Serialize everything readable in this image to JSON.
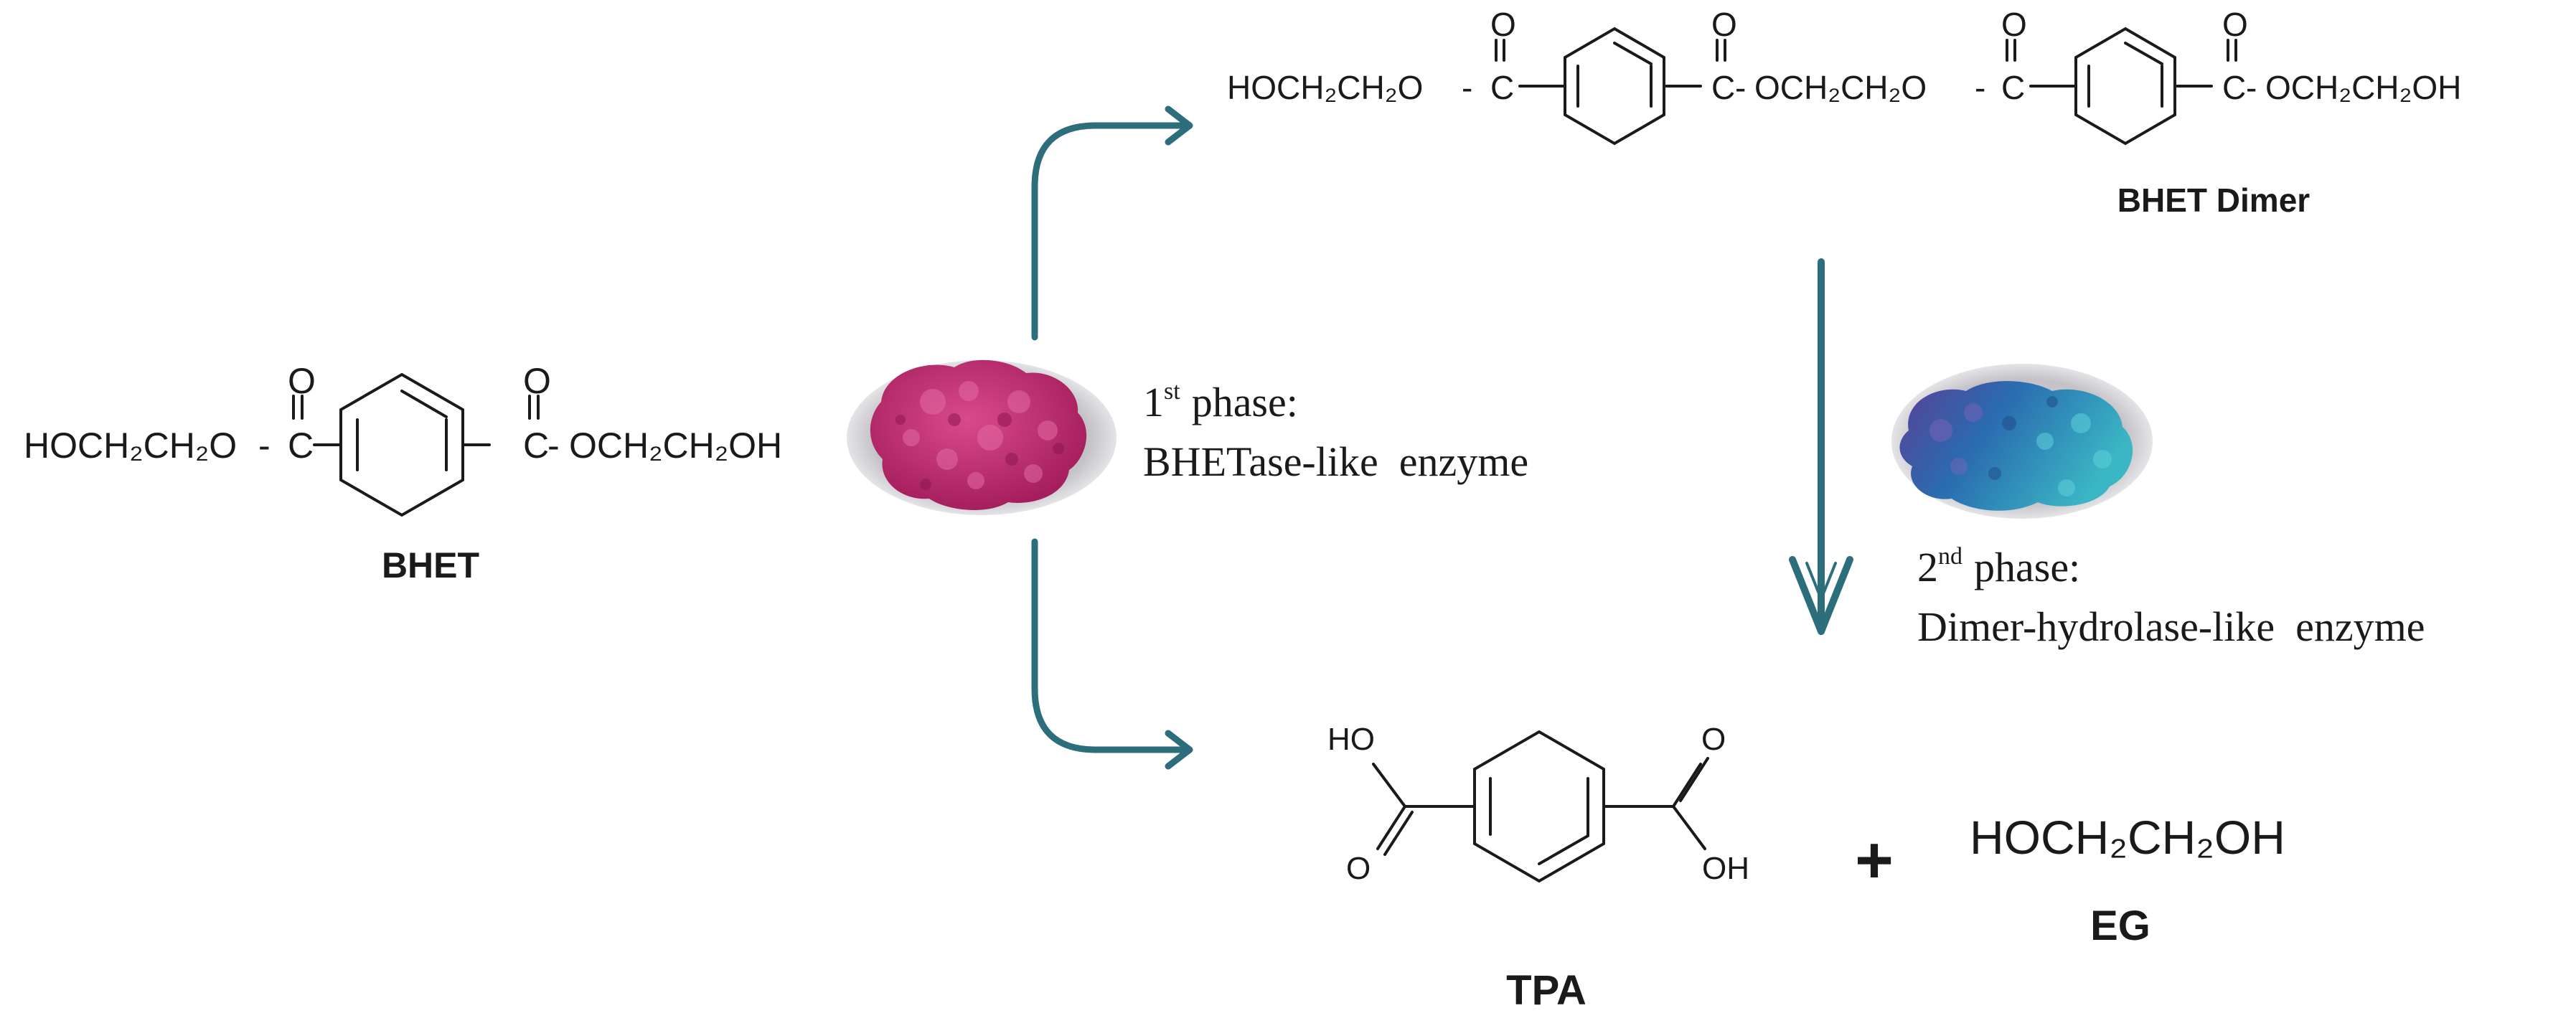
{
  "bhet": {
    "left_group": "HOCH₂CH₂O",
    "right_group": "OCH₂CH₂OH",
    "name": "BHET"
  },
  "dimer": {
    "left_group": "HOCH₂CH₂O",
    "bridge": "OCH₂CH₂O",
    "right_group": "OCH₂CH₂OH",
    "name": "BHET Dimer"
  },
  "tpa": {
    "ho_label": "HO",
    "oh_label": "OH",
    "name": "TPA"
  },
  "plus_sign": "+",
  "eg": {
    "formula": "HOCH₂CH₂OH",
    "name": "EG"
  },
  "carbonyl": {
    "carbon": "C",
    "oxygen": "O"
  },
  "phase1": {
    "number": "1",
    "superscript": "st",
    "word": "phase:",
    "enzyme": "BHETase-like  enzyme"
  },
  "phase2": {
    "number": "2",
    "superscript": "nd",
    "word": "phase:",
    "enzyme": "Dimer-hydrolase-like  enzyme"
  },
  "colors": {
    "arrow": "#2c6e7c",
    "enzyme1": "#c22a72",
    "enzyme2_purple": "#5a3f96",
    "enzyme2_blue": "#2a6cb0",
    "enzyme2_teal": "#3ab6c4",
    "halo": "#c9c7cc"
  },
  "icons": [
    "enzyme1-structure-icon",
    "enzyme2-structure-icon",
    "benzene-ring-icon"
  ]
}
